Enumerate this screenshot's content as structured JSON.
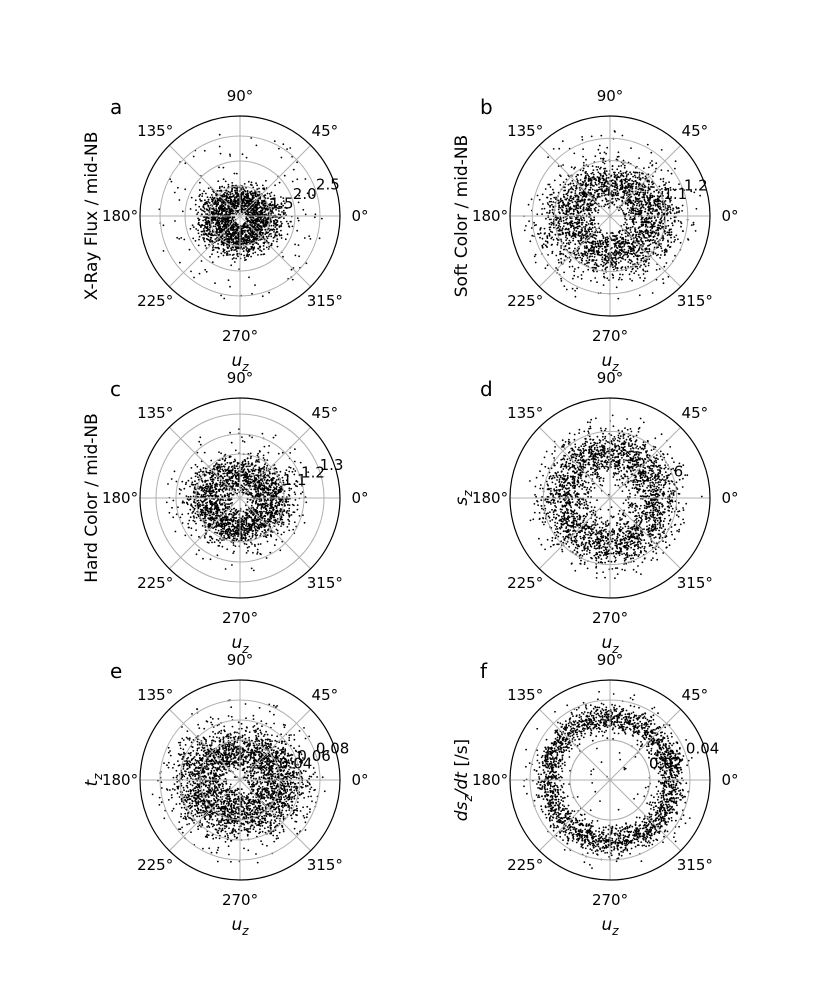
{
  "chart_data": [
    {
      "type": "scatter",
      "projection": "polar",
      "panel_label": "a",
      "xlabel": "u_z",
      "ylabel": "X-Ray Flux / mid-NB",
      "theta_tick_labels": [
        "0°",
        "45°",
        "90°",
        "135°",
        "180°",
        "225°",
        "270°",
        "315°"
      ],
      "r_ticks": [
        1.5,
        2.0,
        2.5
      ],
      "r_tick_labels": [
        "1.5",
        "2.0",
        "2.5"
      ],
      "rlim": [
        0.9,
        2.9
      ],
      "grid": true,
      "point_color": "#000000",
      "distribution": {
        "pattern": "blob",
        "count": 2200,
        "theta_range_deg": [
          0,
          360
        ],
        "r_center": 1.45,
        "r_spread": 0.22,
        "inner_hole_r": 1.05,
        "outer_sparse_r": 2.6
      }
    },
    {
      "type": "scatter",
      "projection": "polar",
      "panel_label": "b",
      "xlabel": "u_z",
      "ylabel": "Soft Color / mid-NB",
      "theta_tick_labels": [
        "0°",
        "45°",
        "90°",
        "135°",
        "180°",
        "225°",
        "270°",
        "315°"
      ],
      "r_ticks": [
        1.1,
        1.2
      ],
      "r_tick_labels": [
        "1.1",
        "1.2"
      ],
      "rlim": [
        0.85,
        1.3
      ],
      "grid": true,
      "point_color": "#000000",
      "distribution": {
        "pattern": "blob",
        "count": 2600,
        "theta_range_deg": [
          0,
          360
        ],
        "r_center": 1.06,
        "r_spread": 0.07,
        "inner_hole_r": 0.92,
        "outer_sparse_r": 1.25
      }
    },
    {
      "type": "scatter",
      "projection": "polar",
      "panel_label": "c",
      "xlabel": "u_z",
      "ylabel": "Hard Color / mid-NB",
      "theta_tick_labels": [
        "0°",
        "45°",
        "90°",
        "135°",
        "180°",
        "225°",
        "270°",
        "315°"
      ],
      "r_ticks": [
        1.1,
        1.2,
        1.3
      ],
      "r_tick_labels": [
        "1.1",
        "1.2",
        "1.3"
      ],
      "rlim": [
        0.88,
        1.38
      ],
      "grid": true,
      "point_color": "#000000",
      "distribution": {
        "pattern": "blob",
        "count": 2300,
        "theta_range_deg": [
          0,
          360
        ],
        "r_center": 1.06,
        "r_spread": 0.06,
        "inner_hole_r": 0.93,
        "outer_sparse_r": 1.25
      }
    },
    {
      "type": "scatter",
      "projection": "polar",
      "panel_label": "d",
      "xlabel": "u_z",
      "ylabel": "s_z",
      "theta_tick_labels": [
        "0°",
        "45°",
        "90°",
        "135°",
        "180°",
        "225°",
        "270°",
        "315°"
      ],
      "r_ticks": [
        6
      ],
      "r_tick_labels": [
        "6"
      ],
      "rlim": [
        0,
        9
      ],
      "grid": true,
      "point_color": "#000000",
      "distribution": {
        "pattern": "ring",
        "count": 2600,
        "theta_range_deg": [
          0,
          360
        ],
        "r_center": 4.3,
        "r_spread": 1.1,
        "inner_hole_r": 0.3,
        "outer_sparse_r": 7.5
      }
    },
    {
      "type": "scatter",
      "projection": "polar",
      "panel_label": "e",
      "xlabel": "u_z",
      "ylabel": "t_z",
      "theta_tick_labels": [
        "0°",
        "45°",
        "90°",
        "135°",
        "180°",
        "225°",
        "270°",
        "315°"
      ],
      "r_ticks": [
        0.04,
        0.06,
        0.08
      ],
      "r_tick_labels": [
        "0.04",
        "0.06",
        "0.08"
      ],
      "rlim": [
        0.0,
        0.1
      ],
      "grid": true,
      "point_color": "#000000",
      "distribution": {
        "pattern": "blob",
        "count": 3000,
        "theta_range_deg": [
          0,
          360
        ],
        "r_center": 0.045,
        "r_spread": 0.015,
        "inner_hole_r": 0.008,
        "outer_sparse_r": 0.085
      }
    },
    {
      "type": "scatter",
      "projection": "polar",
      "panel_label": "f",
      "xlabel": "u_z",
      "ylabel": "ds_z/dt [/s]",
      "theta_tick_labels": [
        "0°",
        "45°",
        "90°",
        "135°",
        "180°",
        "225°",
        "270°",
        "315°"
      ],
      "r_ticks": [
        0.02,
        0.02,
        0.04
      ],
      "r_tick_labels": [
        "0.02",
        "0.02",
        "0.04"
      ],
      "rlim": [
        0.0,
        0.05
      ],
      "grid": true,
      "point_color": "#000000",
      "distribution": {
        "pattern": "ring",
        "count": 2400,
        "theta_range_deg": [
          0,
          360
        ],
        "r_center": 0.031,
        "r_spread": 0.0035,
        "inner_hole_r": 0.0,
        "outer_sparse_r": 0.045
      }
    }
  ]
}
